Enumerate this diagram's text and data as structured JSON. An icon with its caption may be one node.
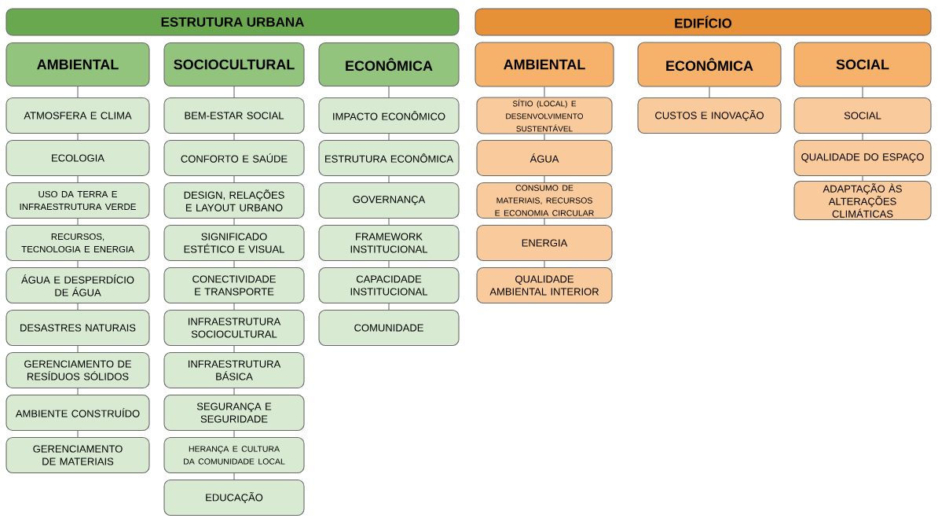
{
  "diagram": {
    "nodes": [
      {
        "text": [
          "ESTRUTURA URBANA"
        ]
      },
      {
        "text": [
          "AMBIENTAL"
        ]
      },
      {
        "text": [
          "SOCIOCULTURAL"
        ]
      },
      {
        "text": [
          "ECONÔMICA"
        ]
      },
      {
        "text": [
          "ATMOSFERA E CLIMA"
        ]
      },
      {
        "text": [
          "ECOLOGIA"
        ]
      },
      {
        "text": [
          "USO DA TERRA E INFRAESTRUTURA VERDE"
        ]
      },
      {
        "text": [
          "RECURSOS, TECNOLOGIA E ENERGIA"
        ]
      },
      {
        "text": [
          "ÁGUA E DESPERDÍCIO DE ÁGUA"
        ]
      },
      {
        "text": [
          "DESASTRES NATURAIS"
        ]
      },
      {
        "text": [
          "GERENCIAMENTO DE RESÍDUOS SÓLIDOS"
        ]
      },
      {
        "text": [
          "AMBIENTE CONSTRUÍDO"
        ]
      },
      {
        "text": [
          "GERENCIAMENTO DE MATERIAIS"
        ]
      },
      {
        "text": [
          "BEM-ESTAR SOCIAL"
        ]
      },
      {
        "text": [
          "CONFORTO E SAÚDE"
        ]
      },
      {
        "text": [
          "DESIGN, RELAÇÕES E LAYOUT URBANO"
        ]
      },
      {
        "text": [
          "SIGNIFICADO ESTÉTICO E VISUAL"
        ]
      },
      {
        "text": [
          "CONECTIVIDADE E TRANSPORTE"
        ]
      },
      {
        "text": [
          "INFRAESTRUTURA SOCIOCULTURAL"
        ]
      },
      {
        "text": [
          "INFRAESTRUTURA BÁSICA"
        ]
      },
      {
        "text": [
          "SEGURANÇA E SEGURIDADE"
        ]
      },
      {
        "text": [
          "HERANÇA E CULTURA DA COMUNIDADE LOCAL"
        ]
      },
      {
        "text": [
          "EDUCAÇÃO"
        ]
      },
      {
        "text": [
          "IMPACTO ECONÔMICO"
        ]
      },
      {
        "text": [
          "ESTRUTURA ECONÔMICA"
        ]
      },
      {
        "text": [
          "GOVERNANÇA"
        ]
      },
      {
        "text": [
          "FRAMEWORK INSTITUCIONAL"
        ]
      },
      {
        "text": [
          "CAPACIDADE INSTITUCIONAL"
        ]
      },
      {
        "text": [
          "COMUNIDADE"
        ]
      },
      {
        "text": [
          "EDIFÍCIO"
        ]
      },
      {
        "text": [
          "AMBIENTAL"
        ]
      },
      {
        "text": [
          "ECONÔMICA"
        ]
      },
      {
        "text": [
          "SOCIAL"
        ]
      },
      {
        "text": [
          "SÍTIO (LOCAL) E DESENVOLVIMENTO SUSTENTÁVEL"
        ]
      },
      {
        "text": [
          "ÁGUA"
        ]
      },
      {
        "text": [
          "CONSUMO DE MATERIAIS, RECURSOS E ECONOMIA CIRCULAR"
        ]
      },
      {
        "text": [
          "ENERGIA"
        ]
      },
      {
        "text": [
          "QUALIDADE AMBIENTAL INTERIOR"
        ]
      },
      {
        "text": [
          "CUSTOS E INOVAÇÃO"
        ]
      },
      {
        "text": [
          "SOCIAL"
        ]
      },
      {
        "text": [
          "QUALIDADE DO ESPAÇO"
        ]
      },
      {
        "text": [
          "ADAPTAÇÃO ÀS ALTERAÇÕES CLIMÁTICAS"
        ]
      }
    ],
    "edges": [
      {
        "from": 1,
        "to": 4,
        "arrow": "none"
      },
      {
        "from": 4,
        "to": 5,
        "arrow": "none"
      },
      {
        "from": 5,
        "to": 6,
        "arrow": "none"
      },
      {
        "from": 6,
        "to": 7,
        "arrow": "none"
      },
      {
        "from": 7,
        "to": 8,
        "arrow": "none"
      },
      {
        "from": 8,
        "to": 9,
        "arrow": "none"
      },
      {
        "from": 9,
        "to": 10,
        "arrow": "none"
      },
      {
        "from": 10,
        "to": 11,
        "arrow": "none"
      },
      {
        "from": 11,
        "to": 12,
        "arrow": "none"
      },
      {
        "from": 2,
        "to": 13,
        "arrow": "none"
      },
      {
        "from": 13,
        "to": 14,
        "arrow": "none"
      },
      {
        "from": 14,
        "to": 15,
        "arrow": "none"
      },
      {
        "from": 15,
        "to": 16,
        "arrow": "none"
      },
      {
        "from": 16,
        "to": 17,
        "arrow": "none"
      },
      {
        "from": 17,
        "to": 18,
        "arrow": "none"
      },
      {
        "from": 18,
        "to": 19,
        "arrow": "none"
      },
      {
        "from": 19,
        "to": 20,
        "arrow": "none"
      },
      {
        "from": 20,
        "to": 21,
        "arrow": "none"
      },
      {
        "from": 21,
        "to": 22,
        "arrow": "none"
      },
      {
        "from": 3,
        "to": 23,
        "arrow": "none"
      },
      {
        "from": 23,
        "to": 24,
        "arrow": "none"
      },
      {
        "from": 24,
        "to": 25,
        "arrow": "none"
      },
      {
        "from": 25,
        "to": 26,
        "arrow": "none"
      },
      {
        "from": 26,
        "to": 27,
        "arrow": "none"
      },
      {
        "from": 27,
        "to": 28,
        "arrow": "none"
      },
      {
        "from": 30,
        "to": 33,
        "arrow": "none"
      },
      {
        "from": 33,
        "to": 34,
        "arrow": "none"
      },
      {
        "from": 34,
        "to": 35,
        "arrow": "none"
      },
      {
        "from": 35,
        "to": 36,
        "arrow": "none"
      },
      {
        "from": 36,
        "to": 37,
        "arrow": "none"
      },
      {
        "from": 31,
        "to": 38,
        "arrow": "none"
      },
      {
        "from": 32,
        "to": 39,
        "arrow": "none"
      },
      {
        "from": 39,
        "to": 40,
        "arrow": "none"
      },
      {
        "from": 40,
        "to": 41,
        "arrow": "none"
      }
    ]
  }
}
